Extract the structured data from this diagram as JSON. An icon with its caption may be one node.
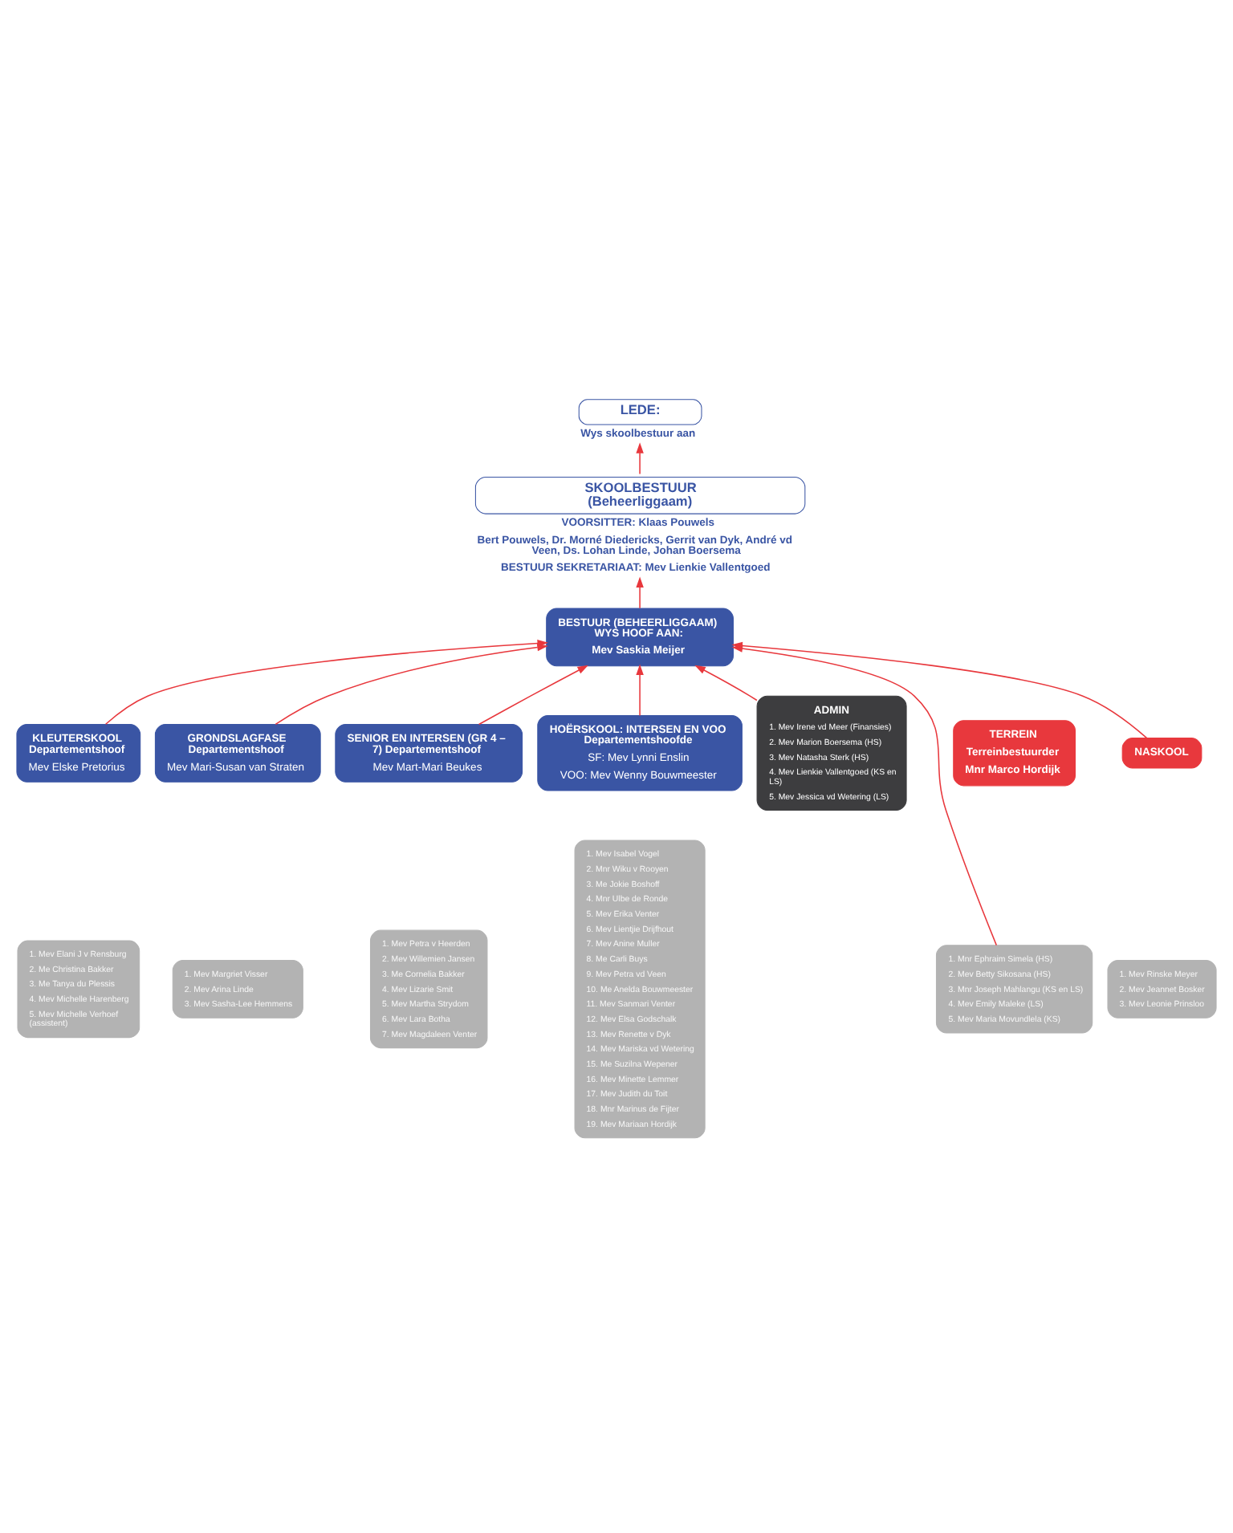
{
  "diagram": {
    "nodes": [
      {
        "text": [
          "LEDE:"
        ],
        "beside": [
          "Wys skoolbestuur aan"
        ]
      },
      {
        "text": [
          "SKOOLBESTUUR (Beheerliggaam)"
        ],
        "beside": [
          "VOORSITTER: Klaas Pouwels",
          "Bert Pouwels, Dr. Morné Diedericks, Gerrit van Dyk, André vd Veen, Ds. Lohan Linde, Johan Boersema",
          "BESTUUR SEKRETARIAAT: Mev Lienkie Vallentgoed"
        ]
      },
      {
        "text": [
          "BESTUUR (BEHEERLIGGAAM) WYS HOOF AAN:",
          "Mev Saskia Meijer"
        ]
      },
      {
        "text": [
          "KLEUTERSKOOL Departementshoof",
          "Mev Elske Pretorius"
        ]
      },
      {
        "text": [
          "1. Mev Elani J v Rensburg",
          "2. Me Christina Bakker",
          "3. Me Tanya du Plessis",
          "4. Mev Michelle Harenberg",
          "5. Mev Michelle Verhoef (assistent)"
        ]
      },
      {
        "text": [
          "GRONDSLAGFASE Departementshoof",
          "Mev Mari-Susan van Straten"
        ]
      },
      {
        "text": [
          "1. Mev Margriet Visser",
          "2. Mev Arina Linde",
          "3. Mev Sasha-Lee Hemmens"
        ]
      },
      {
        "text": [
          "SENIOR EN INTERSEN (GR 4 – 7) Departementshoof",
          "Mev Mart-Mari Beukes"
        ]
      },
      {
        "text": [
          "1. Mev Petra v Heerden",
          "2. Mev Willemien Jansen",
          "3. Me Cornelia Bakker",
          "4. Mev Lizarie Smit",
          "5. Mev Martha Strydom",
          "6. Mev Lara Botha",
          "7. Mev Magdaleen Venter"
        ]
      },
      {
        "text": [
          "HOËRSKOOL: INTERSEN EN VOO Departementshoofde",
          "SF: Mev Lynni Enslin",
          "VOO: Mev Wenny Bouwmeester"
        ]
      },
      {
        "text": [
          "1. Mev Isabel Vogel",
          "2. Mnr Wiku v Rooyen",
          "3. Me Jokie Boshoff",
          "4. Mnr Ulbe de Ronde",
          "5. Mev Erika Venter",
          "6. Mev Lientjie Drijfhout",
          "7. Mev Anine Muller",
          "8. Me Carli Buys",
          "9. Mev Petra vd Veen",
          "10. Me Anelda Bouwmeester",
          "11. Mev Sanmari Venter",
          "12. Mev Elsa Godschalk",
          "13. Mev Renette v Dyk",
          "14. Mev Mariska vd Wetering",
          "15. Me Suzilna Wepener",
          "16. Mev Minette Lemmer",
          "17. Mev Judith du Toit",
          "18. Mnr Marinus de Fijter",
          "19. Mev Mariaan Hordijk"
        ]
      },
      {
        "text": [
          "ADMIN",
          "1. Mev Irene vd Meer (Finansies)",
          "2. Mev Marion Boersema (HS)",
          "3. Mev Natasha Sterk (HS)",
          "4. Mev Lienkie Vallentgoed (KS en LS)",
          "5. Mev Jessica vd Wetering (LS)"
        ]
      },
      {
        "text": [
          "TERREIN",
          "Terreinbestuurder",
          "Mnr Marco Hordijk"
        ]
      },
      {
        "text": [
          "1. Mnr Ephraim Simela (HS)",
          "2. Mev Betty Sikosana (HS)",
          "3. Mnr Joseph Mahlangu (KS en LS)",
          "4. Mev Emily Maleke (LS)",
          "5. Mev Maria Movundlela (KS)"
        ]
      },
      {
        "text": [
          "NASKOOL"
        ]
      },
      {
        "text": [
          "1. Mev Rinske Meyer",
          "2. Mev Jeannet Bosker",
          "3. Mev Leonie Prinsloo"
        ]
      }
    ],
    "edges": [
      {
        "from": 1,
        "to": 0,
        "arrow": "to"
      },
      {
        "from": 2,
        "to": 1,
        "arrow": "to"
      },
      {
        "from": 3,
        "to": 2,
        "arrow": "to"
      },
      {
        "from": 5,
        "to": 2,
        "arrow": "to"
      },
      {
        "from": 7,
        "to": 2,
        "arrow": "to"
      },
      {
        "from": 9,
        "to": 2,
        "arrow": "to"
      },
      {
        "from": 11,
        "to": 2,
        "arrow": "to"
      },
      {
        "from": 13,
        "to": 2,
        "arrow": "to"
      },
      {
        "from": 14,
        "to": 2,
        "arrow": "to"
      }
    ]
  }
}
